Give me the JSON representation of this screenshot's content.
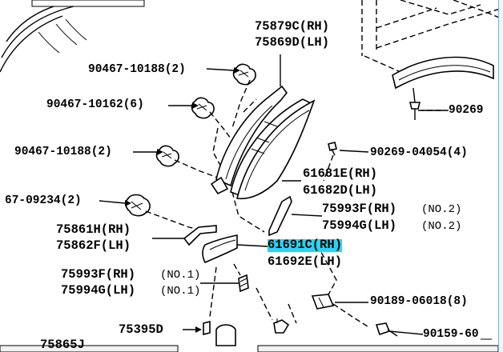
{
  "parts": {
    "rh_75879c": "75879C(RH)",
    "lh_75869d": "75869D(LH)",
    "clip_10188_top": "90467-10188(2)",
    "clip_10162": "90467-10162(6)",
    "clip_10188_mid": "90467-10188(2)",
    "clip_09234": "67-09234(2)",
    "screw_90269_top": "90269",
    "screw_90269_04054": "90269-04054(4)",
    "rh_61681e": "61681E(RH)",
    "lh_61682d": "61682D(LH)",
    "rh_75993f_no2": "75993F(RH)",
    "no2_a": "(NO.2)",
    "lh_75994g_no2": "75994G(LH)",
    "no2_b": "(NO.2)",
    "rh_75861h": "75861H(RH)",
    "lh_75862f": "75862F(LH)",
    "rh_61691c": "61691C(RH)",
    "lh_61692e": "61692E(LH)",
    "rh_75993f_no1": "75993F(RH)",
    "no1_a": "(NO.1)",
    "lh_75994g_no1": "75994G(LH)",
    "no1_b": "(NO.1)",
    "nut_90189": "90189-06018(8)",
    "part_75395d": "75395D",
    "bolt_90159": "90159-60",
    "part_75865": "75865J"
  },
  "colors": {
    "highlight": "#2ad4f2",
    "line": "#000000"
  }
}
